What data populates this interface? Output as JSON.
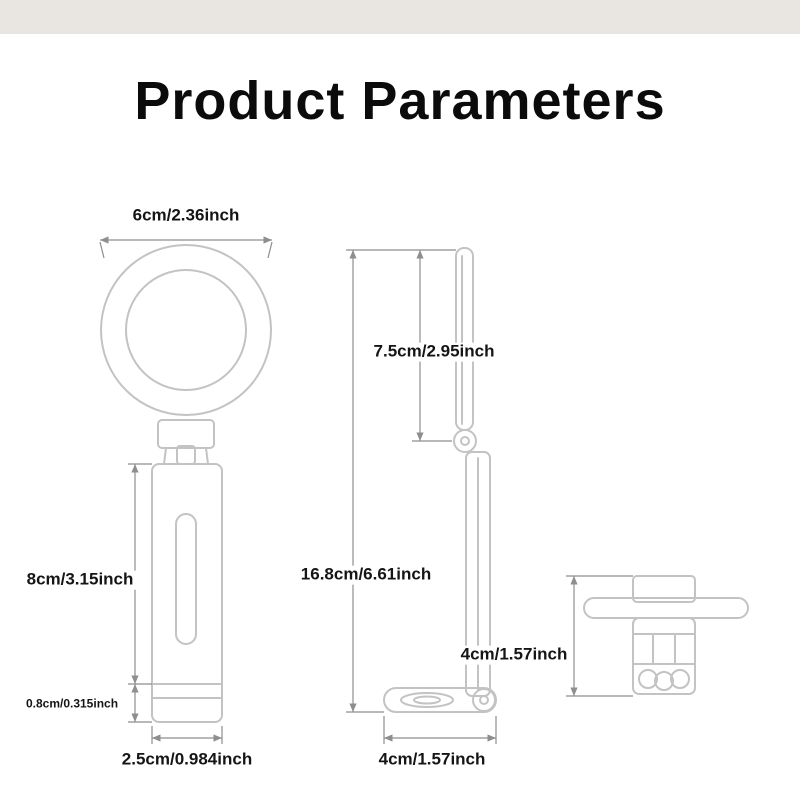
{
  "header": {
    "title": "Product Parameters"
  },
  "front_view": {
    "dim_head_width": "6cm/2.36inch",
    "dim_body_height": "8cm/3.15inch",
    "dim_base_thickness": "0.8cm/0.315inch",
    "dim_body_width": "2.5cm/0.984inch"
  },
  "side_view": {
    "dim_arm_length": "7.5cm/2.95inch",
    "dim_total_height": "16.8cm/6.61inch",
    "dim_base_depth": "4cm/1.57inch"
  },
  "clip_view": {
    "dim_clip_height": "4cm/1.57inch"
  }
}
